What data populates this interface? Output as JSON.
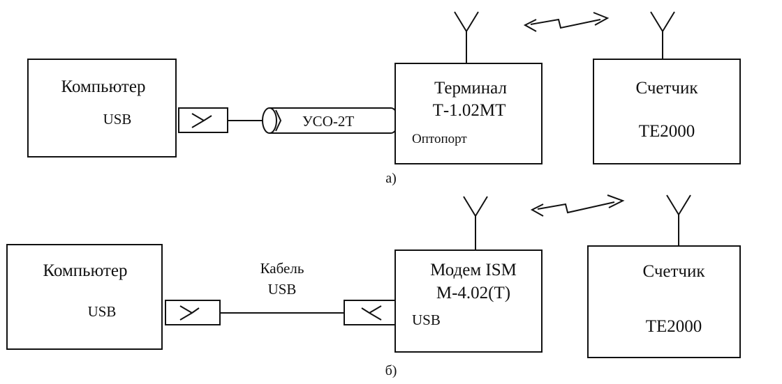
{
  "diagram_a": {
    "caption": "а)",
    "computer": {
      "title": "Компьютер",
      "port": "USB"
    },
    "adapter": {
      "label": "УСО-2Т"
    },
    "terminal": {
      "title_line1": "Терминал",
      "title_line2": "Т-1.02МТ",
      "port": "Оптопорт"
    },
    "meter": {
      "title": "Счетчик",
      "model": "ТЕ2000"
    }
  },
  "diagram_b": {
    "caption": "б)",
    "computer": {
      "title": "Компьютер",
      "port": "USB"
    },
    "cable": {
      "label_line1": "Кабель",
      "label_line2": "USB"
    },
    "modem": {
      "title_line1": "Модем ISM",
      "title_line2": "М-4.02(Т)",
      "port": "USB"
    },
    "meter": {
      "title": "Счетчик",
      "model": "ТЕ2000"
    }
  }
}
